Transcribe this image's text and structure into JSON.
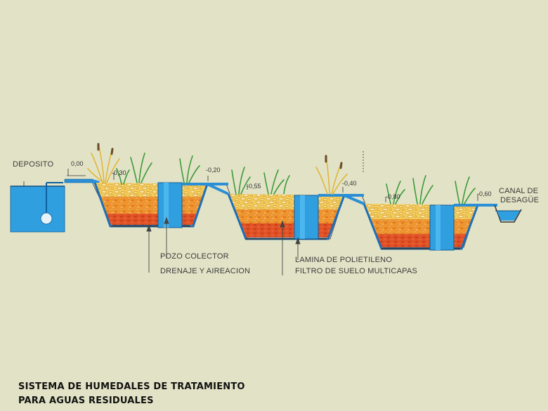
{
  "labels": {
    "deposito": "DEPOSITO",
    "pozo_colector": "POZO COLECTOR",
    "drenaje": "DRENAJE Y AIREACION",
    "lamina": "LAMINA DE POLIETILENO",
    "filtro": "FILTRO DE SUELO MULTICAPAS",
    "canal_line1": "CANAL DE",
    "canal_line2": "DESAGÜE"
  },
  "levels": [
    "0,00",
    "-0,30",
    "-0,20",
    "-0,55",
    "-0,40",
    "-0,80",
    "-0,60"
  ],
  "caption": {
    "line1": "SISTEMA DE HUMEDALES DE TRATAMIENTO",
    "line2": "PARA AGUAS RESIDUALES"
  },
  "colors": {
    "background": "#e2e3c6",
    "water": "#2f9fe0",
    "gravel": "#f2c84a",
    "soil": "#f0952e",
    "clay": "#e04a22",
    "liner": "#0e6fc0",
    "reed": "#3d9a3a",
    "dry_reed": "#e2b63a"
  }
}
